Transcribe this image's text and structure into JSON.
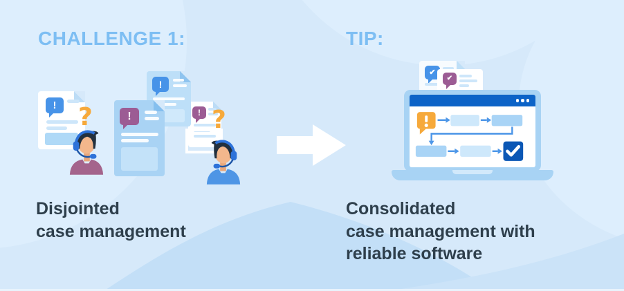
{
  "meta": {
    "type": "infographic",
    "subject": "customer support case management challenge and tip"
  },
  "left_panel": {
    "heading": "CHALLENGE 1:",
    "caption": "Disjointed\ncase management"
  },
  "right_panel": {
    "heading": "TIP:",
    "caption": "Consolidated\ncase management with\nreliable software"
  },
  "icons": {
    "exclamation": "!",
    "question_mark": "?",
    "checkmark": "✔",
    "arrow_right": "→",
    "window_dots": "●●●"
  },
  "colors": {
    "background": "#D6E9FA",
    "background_light_blob": "#DDEEFD",
    "background_wave": "#C3DFF7",
    "heading_blue": "#7DBEF3",
    "text_dark": "#2E3F4C",
    "accent_orange": "#F6A93B",
    "bubble_blue": "#4793E8",
    "bubble_purple": "#9C5C94",
    "doc_blue": "#A9D3F4",
    "laptop_shell": "#A8D3F4",
    "laptop_bar_blue": "#0C63C7",
    "flow_box_light": "#CEE8FB",
    "flow_box_mid": "#A9D4F6",
    "flow_done_blue": "#0B57B5",
    "arrow_white": "#FFFFFF",
    "shirt_purple": "#A4648C",
    "shirt_blue": "#4E95E5",
    "skin": "#F3B78C",
    "hair_dark": "#22303E",
    "headset_blue": "#2D72D9"
  }
}
